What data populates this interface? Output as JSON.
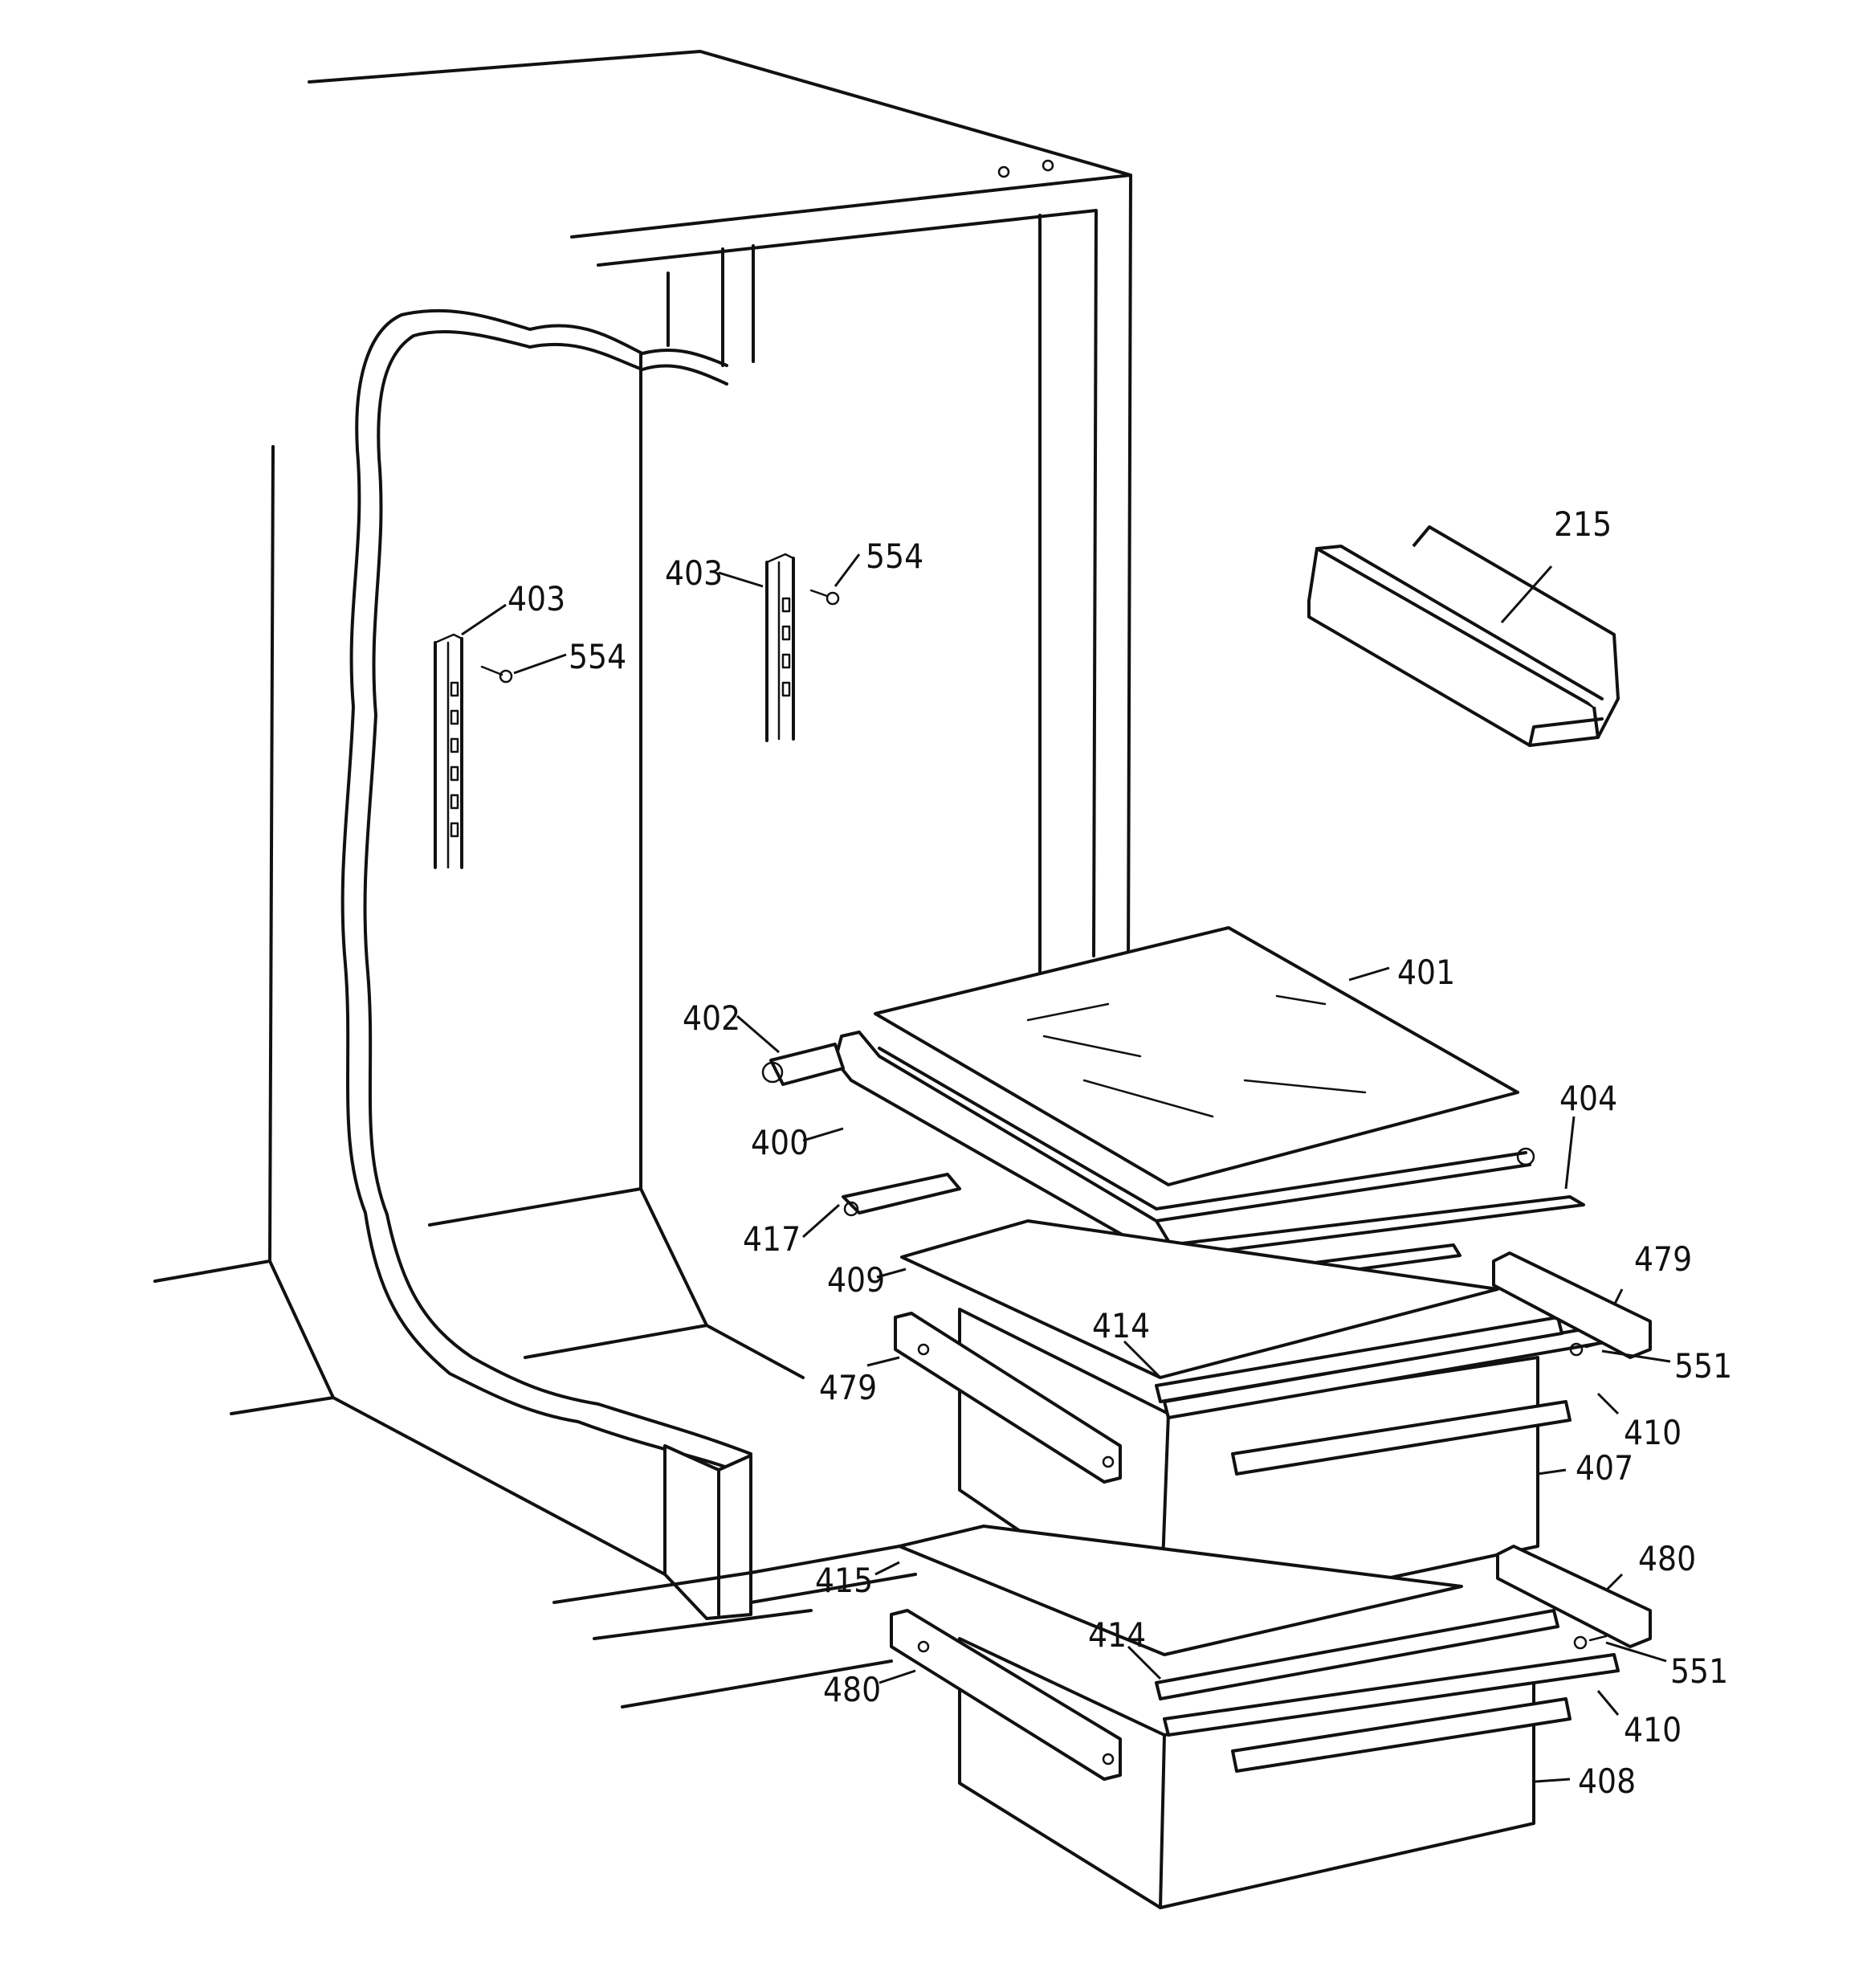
{
  "callouts": [
    {
      "id": "215",
      "text": "215"
    },
    {
      "id": "403-a",
      "text": "403"
    },
    {
      "id": "554-a",
      "text": "554"
    },
    {
      "id": "403-b",
      "text": "403"
    },
    {
      "id": "554-b",
      "text": "554"
    },
    {
      "id": "401",
      "text": "401"
    },
    {
      "id": "402",
      "text": "402"
    },
    {
      "id": "400",
      "text": "400"
    },
    {
      "id": "404",
      "text": "404"
    },
    {
      "id": "417",
      "text": "417"
    },
    {
      "id": "409",
      "text": "409"
    },
    {
      "id": "479-a",
      "text": "479"
    },
    {
      "id": "551-a",
      "text": "551"
    },
    {
      "id": "414-a",
      "text": "414"
    },
    {
      "id": "479-b",
      "text": "479"
    },
    {
      "id": "410-a",
      "text": "410"
    },
    {
      "id": "407",
      "text": "407"
    },
    {
      "id": "480-a",
      "text": "480"
    },
    {
      "id": "415",
      "text": "415"
    },
    {
      "id": "414-b",
      "text": "414"
    },
    {
      "id": "551-b",
      "text": "551"
    },
    {
      "id": "480-b",
      "text": "480"
    },
    {
      "id": "410-b",
      "text": "410"
    },
    {
      "id": "408",
      "text": "408"
    }
  ]
}
